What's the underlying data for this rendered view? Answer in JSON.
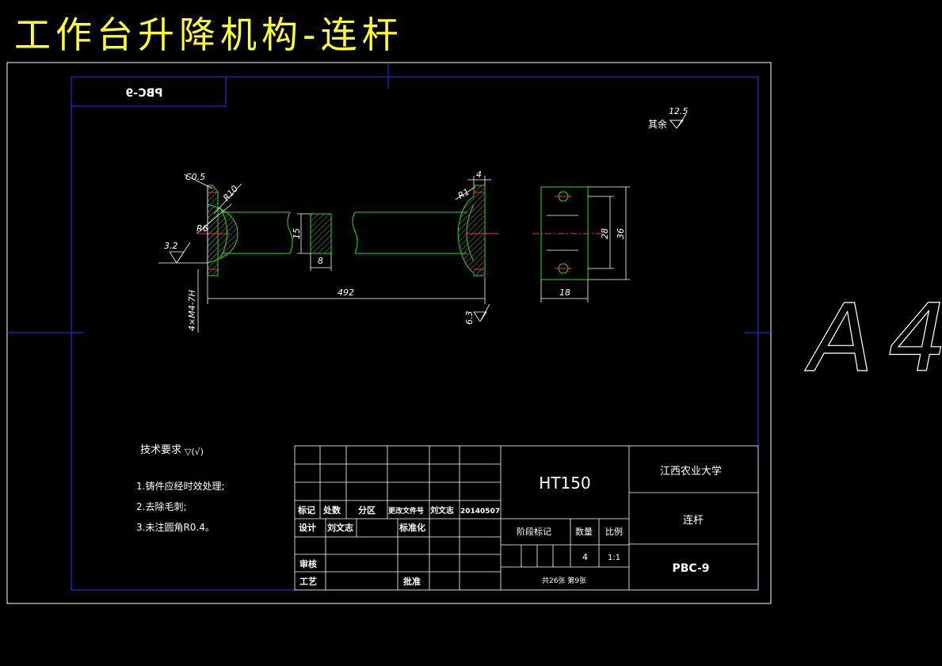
{
  "page_title": "工作台升降机构-连杆",
  "sheet_label": "A4",
  "drawing_number_box": "PBC-9",
  "surface_finish": {
    "label": "其余",
    "value": "12.5"
  },
  "dimensions": {
    "chamfer": "C0.5",
    "r10": "R10",
    "r6": "R6",
    "r1": "R1",
    "thickness_4": "4",
    "roughness_3_2": "3.2",
    "thread_holes": "4×M4-7H",
    "length_492": "492",
    "roughness_6_3": "6.3",
    "height_15": "15",
    "width_8": "8",
    "hole_spacing_28": "28",
    "height_36": "36",
    "width_18": "18"
  },
  "technical_requirements": {
    "heading": "技术要求",
    "symbol": "▽(√)",
    "items": [
      "1.铸件应经时效处理;",
      "2.去除毛刺;",
      "3.未注圆角R0.4。"
    ]
  },
  "title_block": {
    "material": "HT150",
    "school": "江西农业大学",
    "part_name": "连杆",
    "drawing_number": "PBC-9",
    "header_row": [
      "标记",
      "处数",
      "分区",
      "更改文件号",
      "刘文志",
      "20140507"
    ],
    "design_label": "设计",
    "designer": "刘文志",
    "standardize_label": "标准化",
    "review_label": "审核",
    "process_label": "工艺",
    "approve_label": "批准",
    "stage_label": "阶段标记",
    "quantity_label": "数量",
    "scale_label": "比例",
    "quantity": "4",
    "scale": "1:1",
    "sheets": "共26张 第9张"
  }
}
